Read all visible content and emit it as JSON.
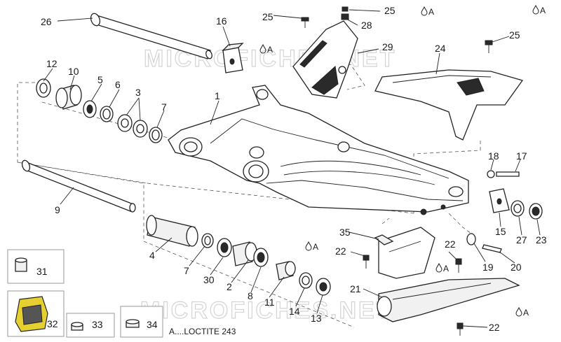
{
  "watermark": "MICROFICHES.NET",
  "callouts": {
    "n1": "1",
    "n2": "2",
    "n3": "3",
    "n4": "4",
    "n5": "5",
    "n6": "6",
    "n7": "7",
    "n7b": "7",
    "n8": "8",
    "n9": "9",
    "n10": "10",
    "n11": "11",
    "n12": "12",
    "n13": "13",
    "n14": "14",
    "n15": "15",
    "n16": "16",
    "n17": "17",
    "n18": "18",
    "n19": "19",
    "n20": "20",
    "n21": "21",
    "n22a": "22",
    "n22b": "22",
    "n22c": "22",
    "n23": "23",
    "n24": "24",
    "n25a": "25",
    "n25b": "25",
    "n25c": "25",
    "n26": "26",
    "n27": "27",
    "n28": "28",
    "n29": "29",
    "n30": "30",
    "n31": "31",
    "n32": "32",
    "n33": "33",
    "n34": "34",
    "n35": "35"
  },
  "loctite_mark": "A",
  "legend": {
    "text": "A....LOCTITE 243"
  }
}
